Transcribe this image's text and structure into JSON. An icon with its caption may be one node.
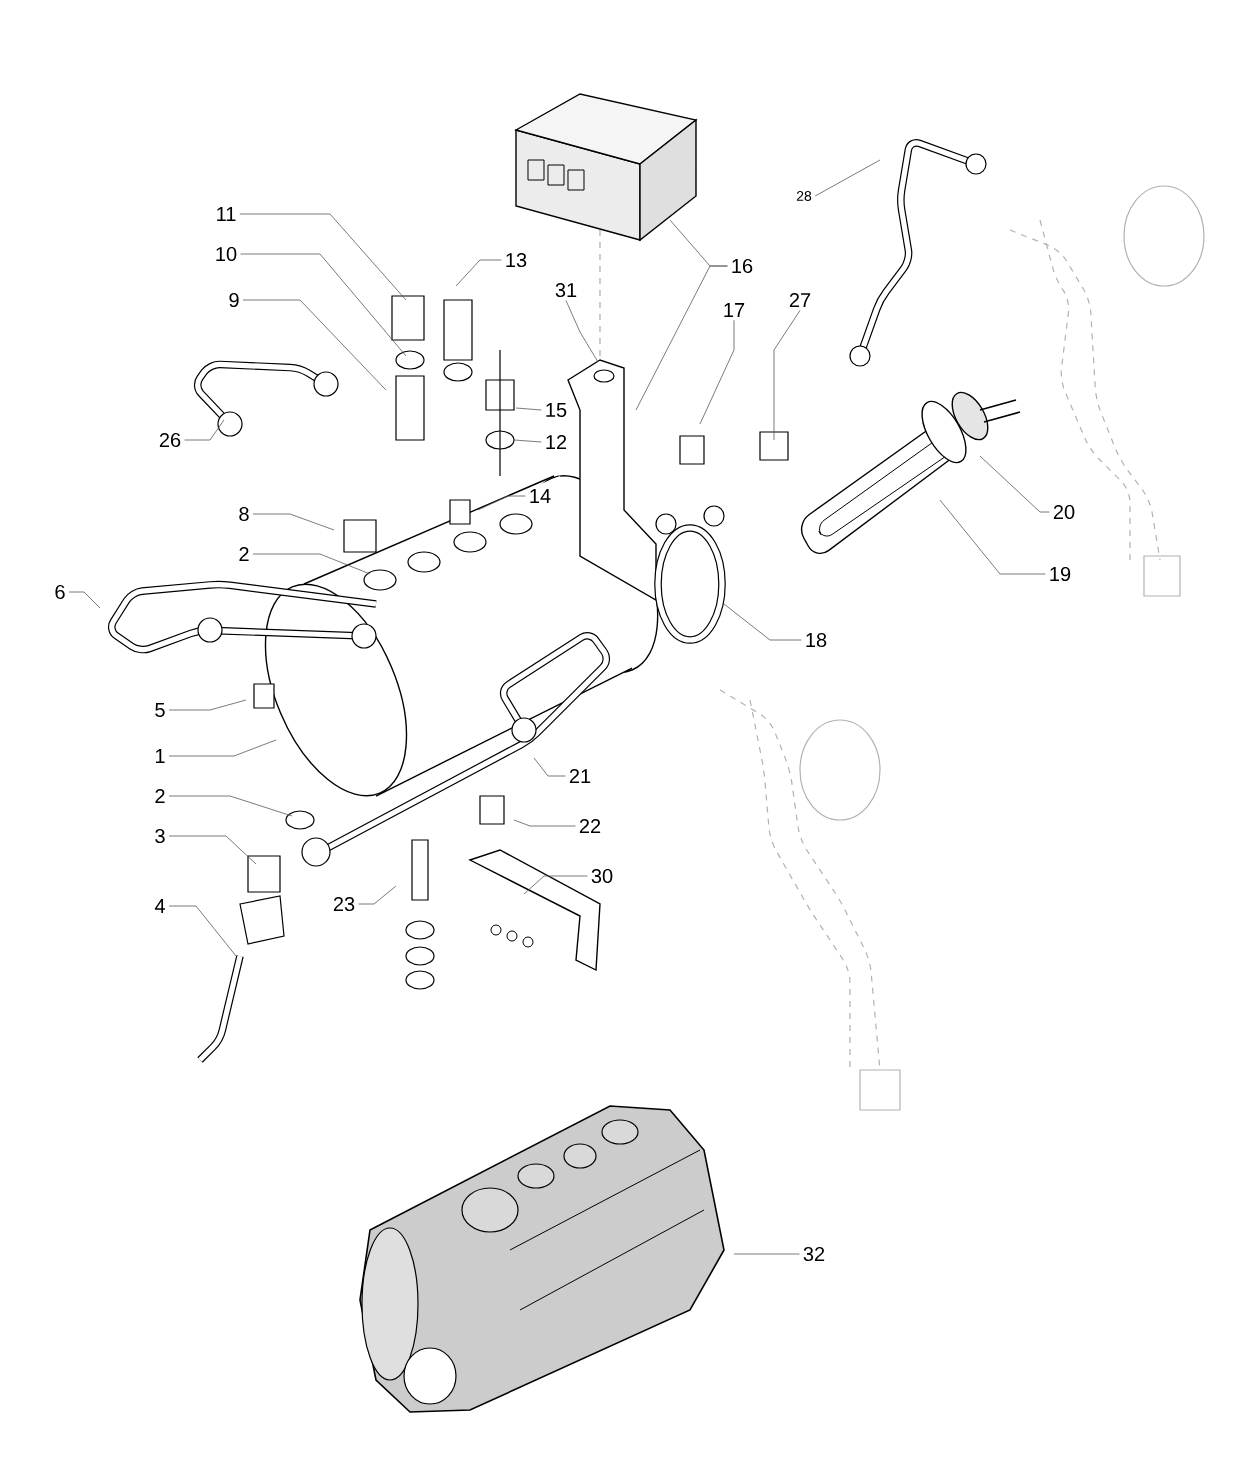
{
  "diagram": {
    "nodes": [
      {
        "text": [
          "11"
        ]
      },
      {
        "text": [
          "10"
        ]
      },
      {
        "text": [
          "9"
        ]
      },
      {
        "text": [
          "13"
        ]
      },
      {
        "text": [
          "31"
        ]
      },
      {
        "text": [
          "16"
        ]
      },
      {
        "text": [
          "17"
        ]
      },
      {
        "text": [
          "27"
        ]
      },
      {
        "text": [
          "28"
        ]
      },
      {
        "text": [
          "15"
        ]
      },
      {
        "text": [
          "12"
        ]
      },
      {
        "text": [
          "14"
        ]
      },
      {
        "text": [
          "26"
        ]
      },
      {
        "text": [
          "8"
        ]
      },
      {
        "text": [
          "2"
        ]
      },
      {
        "text": [
          "6"
        ]
      },
      {
        "text": [
          "20"
        ]
      },
      {
        "text": [
          "19"
        ]
      },
      {
        "text": [
          "18"
        ]
      },
      {
        "text": [
          "5"
        ]
      },
      {
        "text": [
          "1"
        ]
      },
      {
        "text": [
          "21"
        ]
      },
      {
        "text": [
          "2"
        ]
      },
      {
        "text": [
          "22"
        ]
      },
      {
        "text": [
          "3"
        ]
      },
      {
        "text": [
          "30"
        ]
      },
      {
        "text": [
          "23"
        ]
      },
      {
        "text": [
          "4"
        ]
      },
      {
        "text": [
          "32"
        ]
      }
    ],
    "edges": [
      {
        "from": 0,
        "to": null,
        "arrow": "none"
      },
      {
        "from": 1,
        "to": null,
        "arrow": "none"
      },
      {
        "from": 2,
        "to": null,
        "arrow": "none"
      },
      {
        "from": 3,
        "to": null,
        "arrow": "none"
      },
      {
        "from": 4,
        "to": null,
        "arrow": "none"
      },
      {
        "from": 5,
        "to": null,
        "arrow": "none"
      },
      {
        "from": 5,
        "to": null,
        "arrow": "none"
      },
      {
        "from": 6,
        "to": null,
        "arrow": "none"
      },
      {
        "from": 7,
        "to": null,
        "arrow": "none"
      },
      {
        "from": 8,
        "to": null,
        "arrow": "none"
      },
      {
        "from": 9,
        "to": null,
        "arrow": "none"
      },
      {
        "from": 10,
        "to": null,
        "arrow": "none"
      },
      {
        "from": 11,
        "to": null,
        "arrow": "none"
      },
      {
        "from": 12,
        "to": null,
        "arrow": "none"
      },
      {
        "from": 13,
        "to": null,
        "arrow": "none"
      },
      {
        "from": 14,
        "to": null,
        "arrow": "none"
      },
      {
        "from": 15,
        "to": null,
        "arrow": "none"
      },
      {
        "from": 16,
        "to": null,
        "arrow": "none"
      },
      {
        "from": 17,
        "to": null,
        "arrow": "none"
      },
      {
        "from": 18,
        "to": null,
        "arrow": "none"
      },
      {
        "from": 19,
        "to": null,
        "arrow": "none"
      },
      {
        "from": 20,
        "to": null,
        "arrow": "none"
      },
      {
        "from": 21,
        "to": null,
        "arrow": "none"
      },
      {
        "from": 22,
        "to": null,
        "arrow": "none"
      },
      {
        "from": 23,
        "to": null,
        "arrow": "none"
      },
      {
        "from": 24,
        "to": null,
        "arrow": "none"
      },
      {
        "from": 25,
        "to": null,
        "arrow": "none"
      },
      {
        "from": 26,
        "to": null,
        "arrow": "none"
      },
      {
        "from": 27,
        "to": null,
        "arrow": "none"
      },
      {
        "from": 28,
        "to": null,
        "arrow": "none"
      }
    ]
  }
}
